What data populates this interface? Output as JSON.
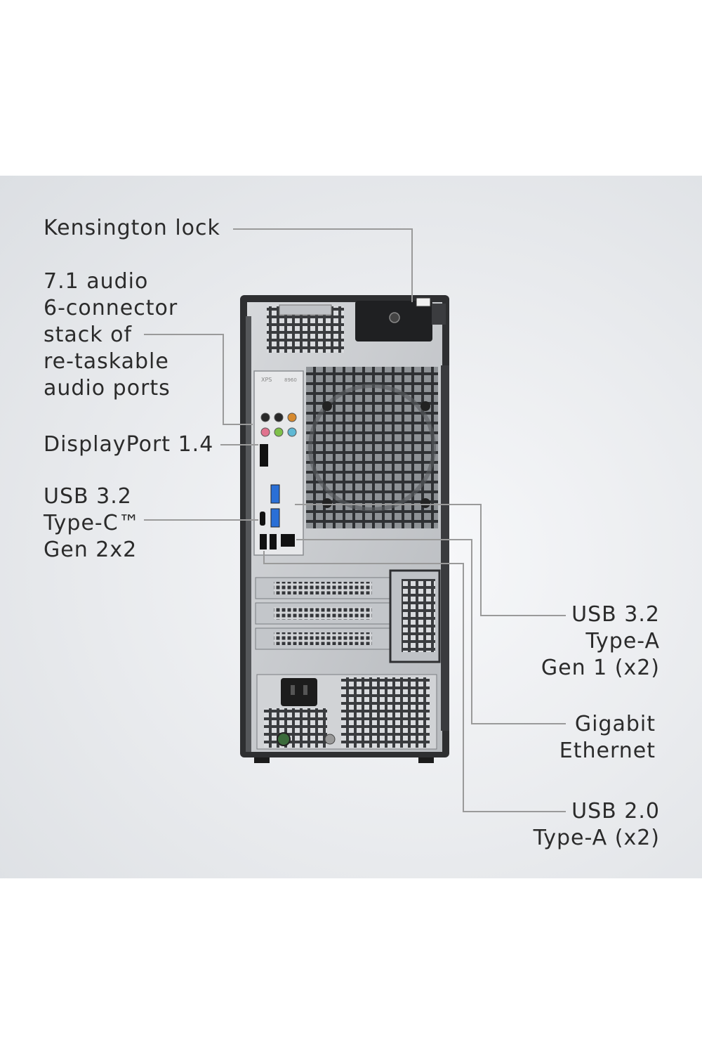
{
  "callouts": {
    "kensington": "Kensington lock",
    "audio": "7.1 audio\n6-connector\nstack of\nre-taskable\naudio ports",
    "displayport": "DisplayPort 1.4",
    "usb_c": "USB 3.2\nType-C™\nGen 2x2",
    "usb_a_gen1": "USB 3.2\nType-A\nGen 1 (x2)",
    "ethernet": "Gigabit\nEthernet",
    "usb2": "USB 2.0\nType-A (x2)"
  },
  "io_panel": {
    "brand": "XPS",
    "model": "8960"
  },
  "colors": {
    "background": "#e6e8eb",
    "chassis": "#2e2f31",
    "metal": "#c9cccf",
    "leader_line": "#9a9a9a",
    "usb3_blue": "#2a6fd6"
  }
}
